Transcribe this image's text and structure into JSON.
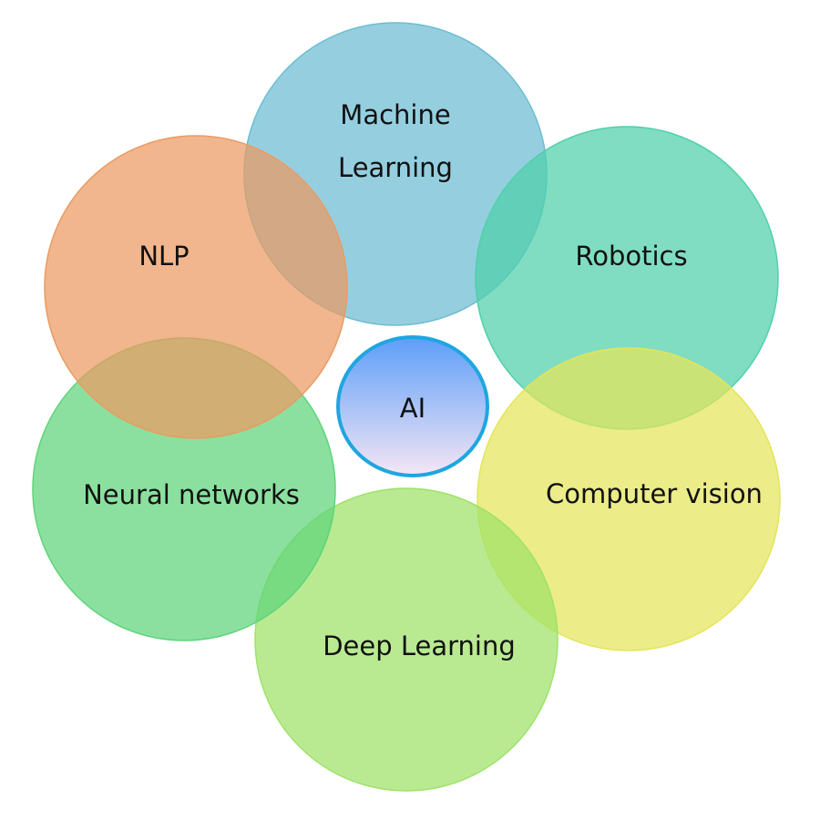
{
  "center": {
    "label": "AI",
    "fill_top": "#5c9ef8",
    "fill_bottom": "#f6e6f4",
    "stroke": "#1ea6e0"
  },
  "nodes": [
    {
      "id": "machine-learning",
      "lines": [
        "Machine",
        "Learning"
      ],
      "color": "#6cbdd2"
    },
    {
      "id": "robotics",
      "lines": [
        "Robotics"
      ],
      "color": "#4fd0aa"
    },
    {
      "id": "computer-vision",
      "lines": [
        "Computer vision"
      ],
      "color": "#e4e45a"
    },
    {
      "id": "deep-learning",
      "lines": [
        "Deep Learning"
      ],
      "color": "#9ee268"
    },
    {
      "id": "neural-networks",
      "lines": [
        "Neural networks"
      ],
      "color": "#5ed47a"
    },
    {
      "id": "nlp",
      "lines": [
        "NLP"
      ],
      "color": "#eb9a62"
    }
  ]
}
